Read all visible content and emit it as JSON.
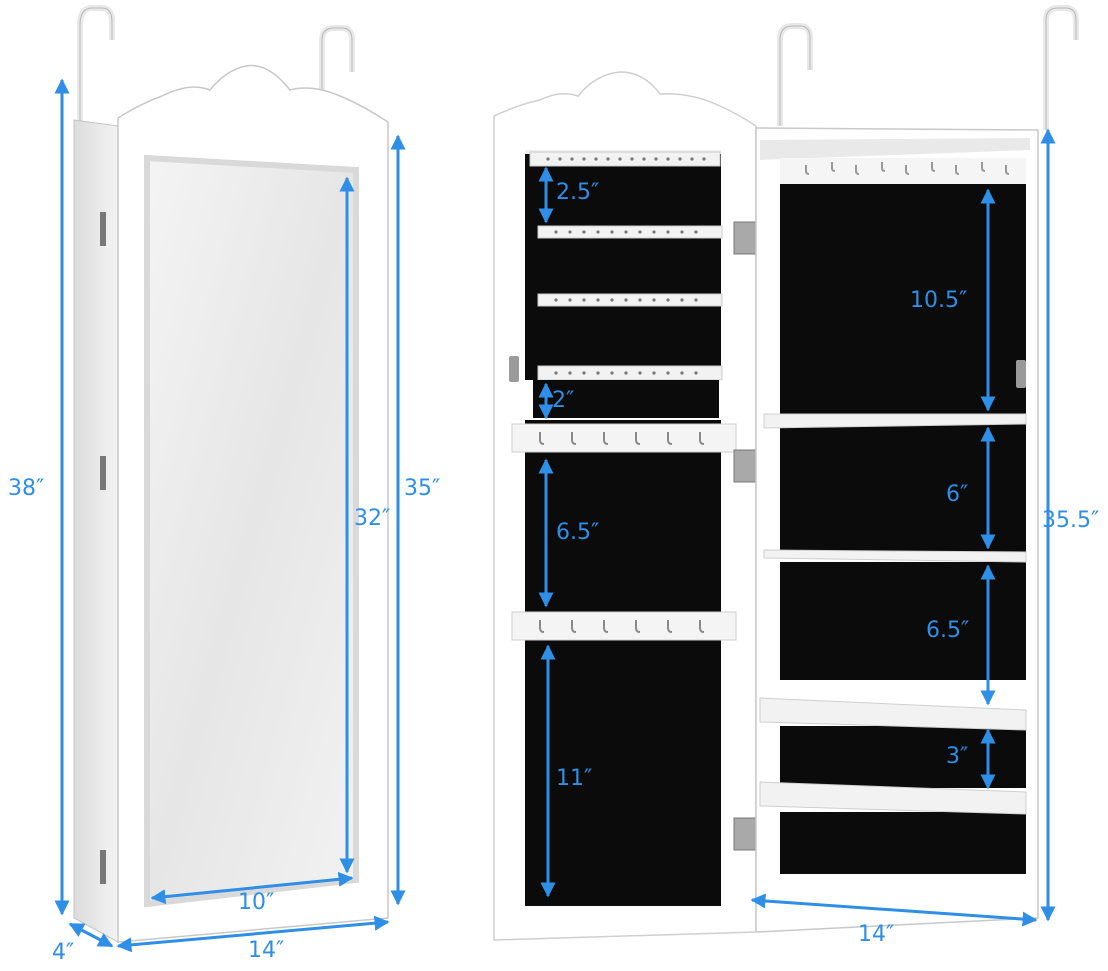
{
  "product": {
    "closed_view": {
      "dimensions": {
        "total_height": "38″",
        "cabinet_height": "35″",
        "mirror_height": "32″",
        "mirror_width": "10″",
        "cabinet_width": "14″",
        "depth": "4″"
      }
    },
    "open_view": {
      "door_dimensions": {
        "top_spacing": "2.5″",
        "earring_gap": "2″",
        "middle_section": "6.5″",
        "bottom_section": "11″"
      },
      "cabinet_dimensions": {
        "top_compartment": "10.5″",
        "shelf_2": "6″",
        "shelf_3": "6.5″",
        "shelf_4": "3″",
        "cabinet_height": "35.5″",
        "cabinet_width": "14″"
      }
    }
  },
  "colors": {
    "dimension_accent": "#2f8ee6",
    "cabinet_white": "#ffffff",
    "lining_black": "#0b0b0b"
  }
}
